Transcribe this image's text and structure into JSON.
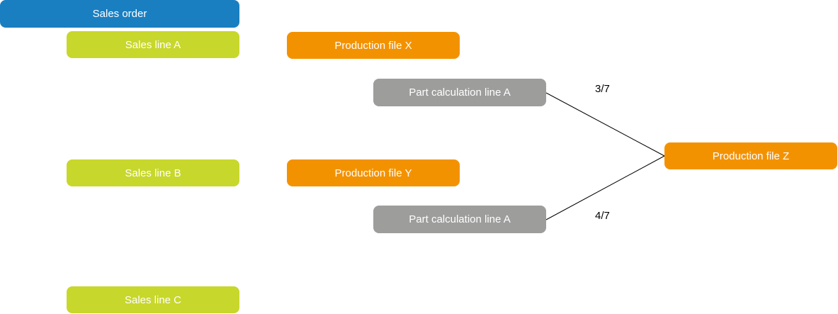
{
  "sales_order": {
    "label": "Sales order"
  },
  "sales_lines": [
    {
      "label": "Sales line A"
    },
    {
      "label": "Sales line B"
    },
    {
      "label": "Sales line C"
    }
  ],
  "production_files": [
    {
      "label": "Production file X"
    },
    {
      "label": "Production file Y"
    },
    {
      "label": "Production file Z"
    }
  ],
  "part_calculation_lines": [
    {
      "label": "Part calculation line A"
    },
    {
      "label": "Part calculation line A"
    }
  ],
  "ratios": [
    {
      "label": "3/7"
    },
    {
      "label": "4/7"
    }
  ],
  "colors": {
    "sales_order": "#1a7fc1",
    "sales_line": "#c8d72b",
    "production_file": "#f39200",
    "part_calculation_line": "#9d9d9c",
    "connector": "#000000"
  }
}
